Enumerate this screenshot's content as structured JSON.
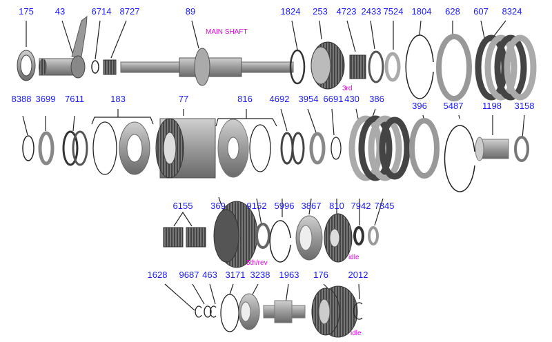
{
  "diagram": {
    "notes": {
      "main_shaft": "MAIN SHAFT",
      "third": "3rd",
      "fifth_rev": "5th/rev",
      "idle_1": "idle",
      "idle_2": "idle"
    },
    "row1": [
      "175",
      "43",
      "6714",
      "8727",
      "89",
      "1824",
      "253",
      "4723",
      "2433",
      "7524",
      "1804",
      "628",
      "607",
      "8324"
    ],
    "row2": [
      "8388",
      "3699",
      "7611",
      "183",
      "77",
      "816",
      "4692",
      "3954",
      "6691",
      "430",
      "386",
      "396",
      "5487",
      "1198",
      "3158"
    ],
    "row3": [
      "6155",
      "369",
      "9152",
      "5996",
      "3867",
      "810",
      "7942",
      "7845"
    ],
    "row4": [
      "1628",
      "9687",
      "463",
      "3171",
      "3238",
      "1963",
      "176",
      "2012"
    ],
    "colors": {
      "label": "#1a1aff",
      "note": "#e000e0",
      "part": "#8a8a8a",
      "dark": "#333333"
    }
  }
}
